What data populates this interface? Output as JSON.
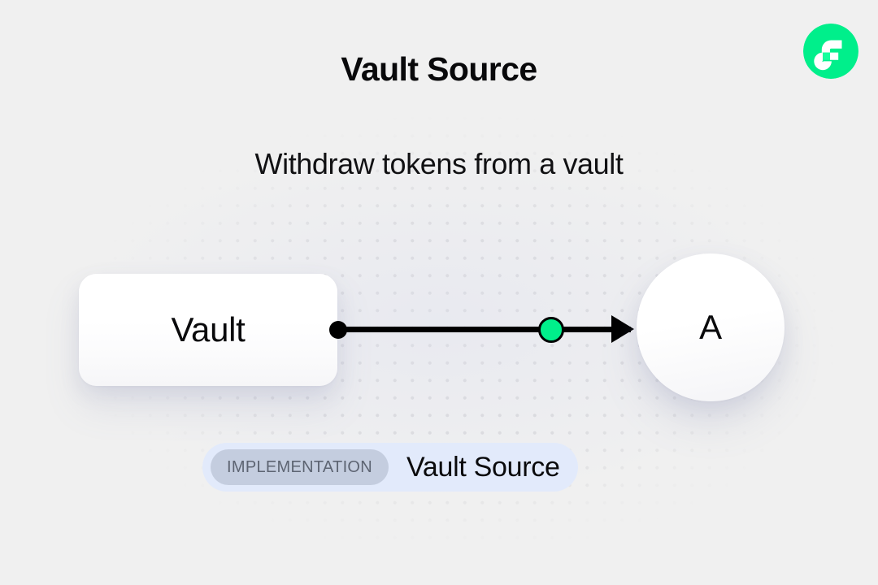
{
  "header": {
    "title": "Vault Source",
    "subtitle": "Withdraw tokens from a vault",
    "logo_name": "flow-logo",
    "logo_color": "#00ef8b"
  },
  "diagram": {
    "type": "flow-graph",
    "nodes": [
      {
        "id": "vault",
        "label": "Vault",
        "shape": "rounded-rect"
      },
      {
        "id": "a",
        "label": "A",
        "shape": "circle"
      }
    ],
    "edges": [
      {
        "from": "vault",
        "to": "a",
        "source_handle_color": "#000000",
        "marker_color": "#00ef8b",
        "marker_border_color": "#000000",
        "line_color": "#000000",
        "arrow": "right"
      }
    ]
  },
  "badge": {
    "tag": "IMPLEMENTATION",
    "name": "Vault Source",
    "tag_bg": "#c4cddf",
    "tag_text_color": "#5d6472",
    "container_bg": "#e2eafb"
  },
  "background": {
    "color": "#f0f0f0",
    "dot_color": "#d6d6d8",
    "pattern": "dot-grid"
  }
}
